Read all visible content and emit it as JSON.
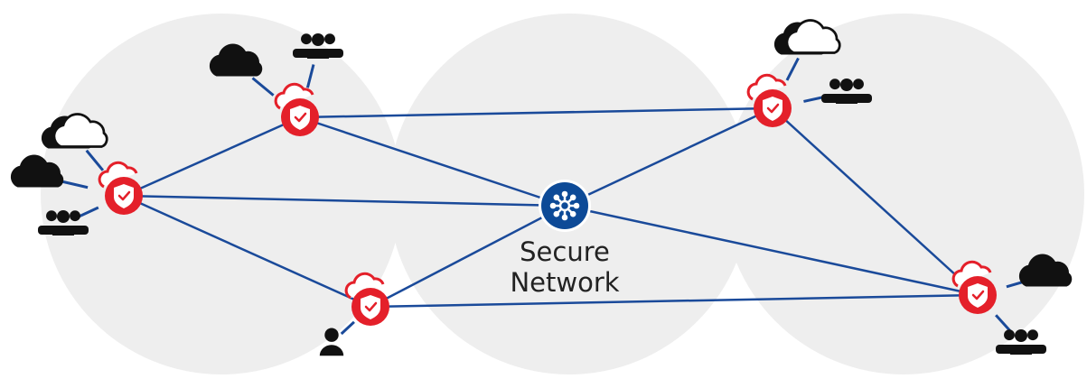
{
  "hub": {
    "label_line1": "Secure",
    "label_line2": "Network",
    "icon": "network-hub-icon",
    "color": "#0d4a97"
  },
  "colors": {
    "edge": "#1a4a9a",
    "node": "#e4202a",
    "globe": "#eeeeee",
    "endpoint": "#111111"
  },
  "nodes": [
    {
      "id": "west",
      "icon": "cloud-shield-icon",
      "attachments": [
        "cloud-outline-icon",
        "cloud-icon",
        "users-icon"
      ]
    },
    {
      "id": "north-west",
      "icon": "cloud-shield-icon",
      "attachments": [
        "cloud-icon",
        "users-icon"
      ]
    },
    {
      "id": "north-east",
      "icon": "cloud-shield-icon",
      "attachments": [
        "cloud-outline-icon",
        "users-icon"
      ]
    },
    {
      "id": "south",
      "icon": "cloud-shield-icon",
      "attachments": [
        "user-icon"
      ]
    },
    {
      "id": "east",
      "icon": "cloud-shield-icon",
      "attachments": [
        "cloud-icon",
        "users-icon"
      ]
    }
  ],
  "edges": [
    [
      "west",
      "north-west"
    ],
    [
      "west",
      "hub"
    ],
    [
      "west",
      "south"
    ],
    [
      "north-west",
      "hub"
    ],
    [
      "north-west",
      "north-east"
    ],
    [
      "north-east",
      "hub"
    ],
    [
      "north-east",
      "east"
    ],
    [
      "south",
      "hub"
    ],
    [
      "south",
      "east"
    ],
    [
      "hub",
      "east"
    ]
  ]
}
